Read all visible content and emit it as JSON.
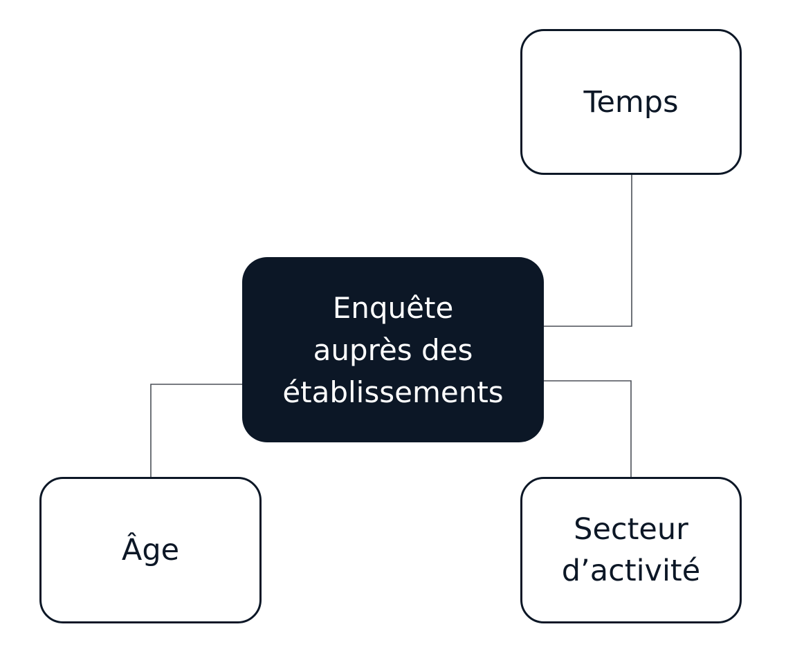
{
  "diagram": {
    "center": {
      "label": "Enquête\nauprès des\nétablissements"
    },
    "nodes": {
      "temps": {
        "label": "Temps"
      },
      "age": {
        "label": "Âge"
      },
      "secteur": {
        "label": "Secteur\nd’activité"
      }
    },
    "colors": {
      "center_fill": "#0c1726",
      "node_border": "#0c1726",
      "connector": "#4a4f56",
      "background": "#ffffff"
    }
  }
}
